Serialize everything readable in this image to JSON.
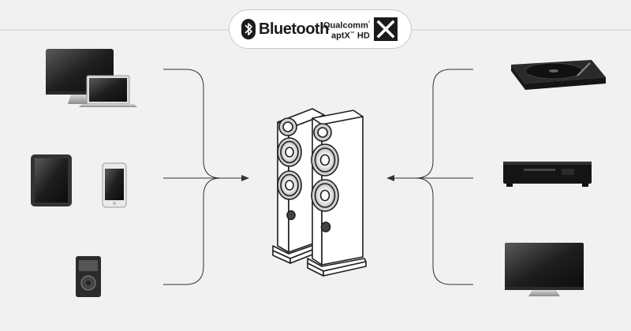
{
  "logos": {
    "bluetooth": "Bluetooth",
    "qualcomm": "Qualcomm",
    "aptx": "aptX",
    "hd": "HD"
  },
  "colors": {
    "background": "#f1f1f1",
    "line": "#333333",
    "badge": "#ffffff"
  }
}
